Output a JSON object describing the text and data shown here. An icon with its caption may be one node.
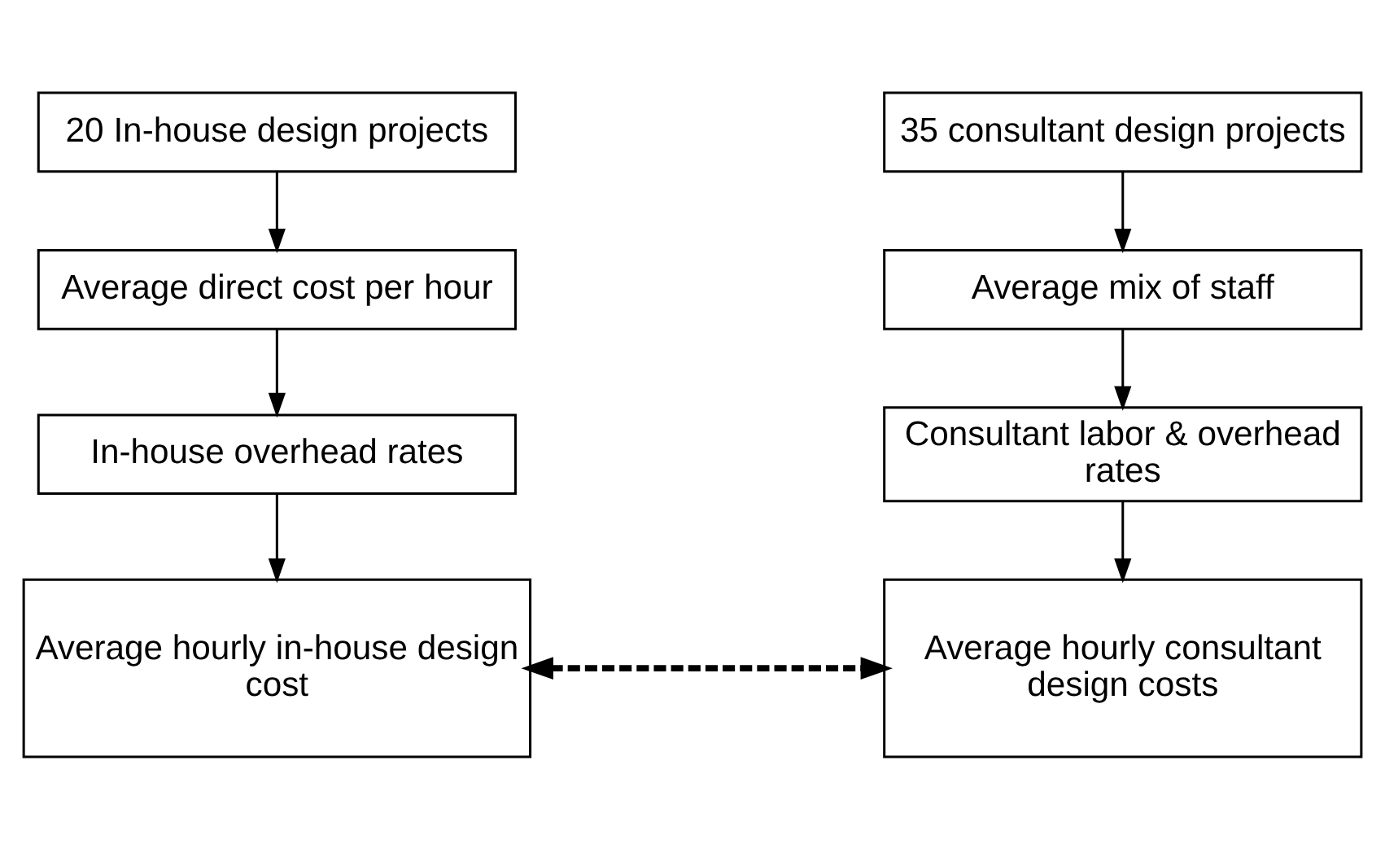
{
  "diagram": {
    "nodes": [
      {
        "text": [
          "20 In-house design projects"
        ]
      },
      {
        "text": [
          "Average direct cost per hour"
        ]
      },
      {
        "text": [
          "In-house overhead rates"
        ]
      },
      {
        "text": [
          "Average hourly in-house design cost"
        ]
      },
      {
        "text": [
          "35 consultant design projects"
        ]
      },
      {
        "text": [
          "Average mix of staff"
        ]
      },
      {
        "text": [
          "Consultant labor & overhead rates"
        ]
      },
      {
        "text": [
          "Average hourly consultant design costs"
        ]
      }
    ],
    "edges": [
      {
        "from": 0,
        "to": 1,
        "arrow": "to"
      },
      {
        "from": 1,
        "to": 2,
        "arrow": "to"
      },
      {
        "from": 2,
        "to": 3,
        "arrow": "to"
      },
      {
        "from": 4,
        "to": 5,
        "arrow": "to"
      },
      {
        "from": 5,
        "to": 6,
        "arrow": "to"
      },
      {
        "from": 6,
        "to": 7,
        "arrow": "to"
      },
      {
        "from": 3,
        "to": 7,
        "arrow": "both",
        "style": "dashed"
      }
    ]
  }
}
